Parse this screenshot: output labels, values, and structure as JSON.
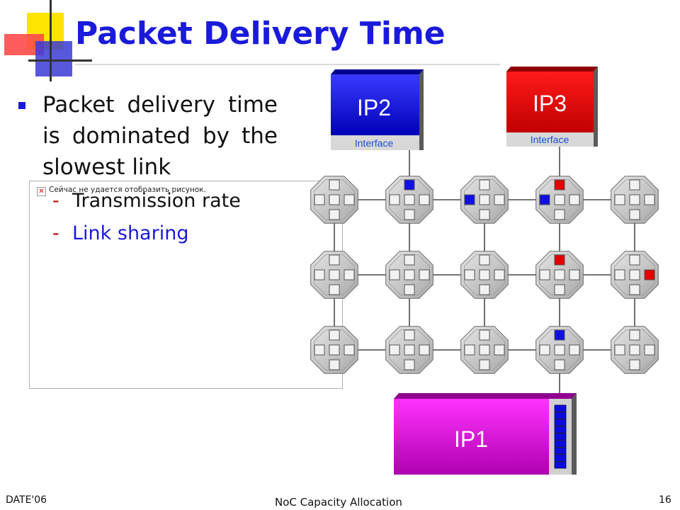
{
  "slide": {
    "title": "Packet Delivery Time",
    "bullet": "Packet delivery time is dominated by the slowest link",
    "sub_bullets": [
      {
        "dash": "-",
        "text": "Transmission rate"
      },
      {
        "dash": "-",
        "text": "Link sharing"
      }
    ],
    "broken_image_text": "Сейчас не удается отобразить рисунок.",
    "broken_image_icon": "broken-image-icon"
  },
  "diagram": {
    "ip_blocks": [
      {
        "label": "IP2",
        "sublabel": "Interface",
        "color": "#0b0be0"
      },
      {
        "label": "IP3",
        "sublabel": "Interface",
        "color": "#e00000"
      },
      {
        "label": "IP1",
        "sublabel": "",
        "color": "#d400d4"
      }
    ],
    "mesh": {
      "rows": 3,
      "cols": 5
    },
    "highlighted_ports": [
      {
        "row": 0,
        "col": 1,
        "port": "top",
        "color": "#1010e0"
      },
      {
        "row": 0,
        "col": 2,
        "port": "left",
        "color": "#1010e0"
      },
      {
        "row": 0,
        "col": 3,
        "port": "top",
        "color": "#e00000"
      },
      {
        "row": 0,
        "col": 3,
        "port": "left",
        "color": "#1010e0"
      },
      {
        "row": 1,
        "col": 3,
        "port": "top",
        "color": "#e00000"
      },
      {
        "row": 1,
        "col": 4,
        "port": "right",
        "color": "#e00000"
      },
      {
        "row": 2,
        "col": 3,
        "port": "top",
        "color": "#1010e0"
      }
    ],
    "ip1_queue_slots": 9,
    "colors": {
      "router": "#c8c8c8",
      "port": "#f2f2f2",
      "link": "#222222",
      "queue": "#0b0be0"
    }
  },
  "footer": {
    "left": "DATE'06",
    "center": "NoC Capacity Allocation",
    "right": "16"
  }
}
